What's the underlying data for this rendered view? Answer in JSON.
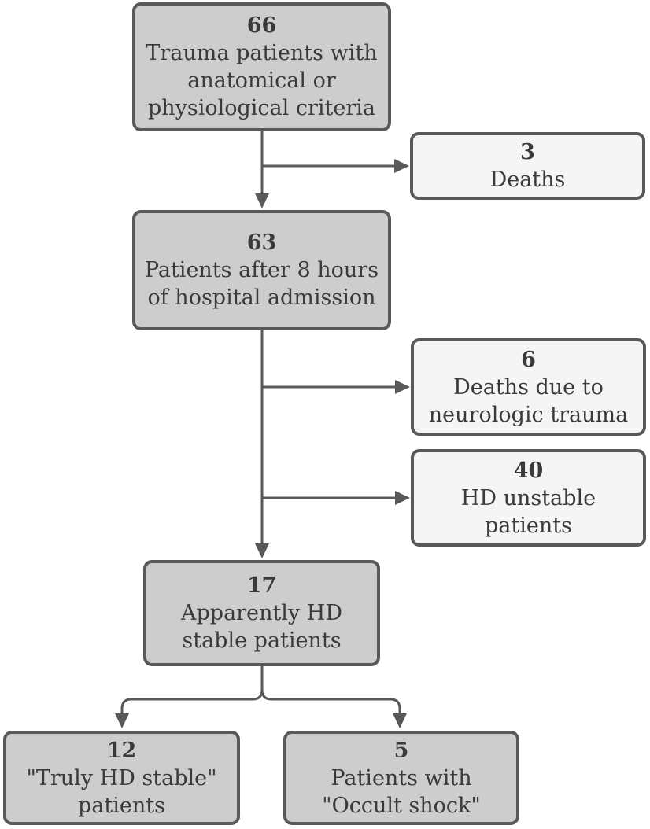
{
  "diagram": {
    "type": "flowchart",
    "colors": {
      "primary_box_fill": "#cdcdcd",
      "secondary_box_fill": "#f5f5f5",
      "stroke": "#595959",
      "text": "#3a3a3a",
      "background": "#ffffff"
    },
    "nodes": [
      {
        "id": "66",
        "value": "66",
        "label": "Trauma patients with\nanatomical or\nphysiological criteria",
        "style": "primary"
      },
      {
        "id": "3",
        "value": "3",
        "label": "Deaths",
        "style": "secondary"
      },
      {
        "id": "63",
        "value": "63",
        "label": "Patients after 8 hours\nof hospital admission",
        "style": "primary"
      },
      {
        "id": "6",
        "value": "6",
        "label": "Deaths due to\nneurologic trauma",
        "style": "secondary"
      },
      {
        "id": "40",
        "value": "40",
        "label": "HD unstable\npatients",
        "style": "secondary"
      },
      {
        "id": "17",
        "value": "17",
        "label": "Apparently HD\nstable patients",
        "style": "primary"
      },
      {
        "id": "12",
        "value": "12",
        "label": "\"Truly HD stable\"\npatients",
        "style": "primary"
      },
      {
        "id": "5",
        "value": "5",
        "label": "Patients with\n\"Occult shock\"",
        "style": "primary"
      }
    ],
    "edges": [
      {
        "from": "66",
        "to": "63"
      },
      {
        "from": "66",
        "to": "3"
      },
      {
        "from": "63",
        "to": "6"
      },
      {
        "from": "63",
        "to": "40"
      },
      {
        "from": "63",
        "to": "17"
      },
      {
        "from": "17",
        "to": "12"
      },
      {
        "from": "17",
        "to": "5"
      }
    ]
  }
}
